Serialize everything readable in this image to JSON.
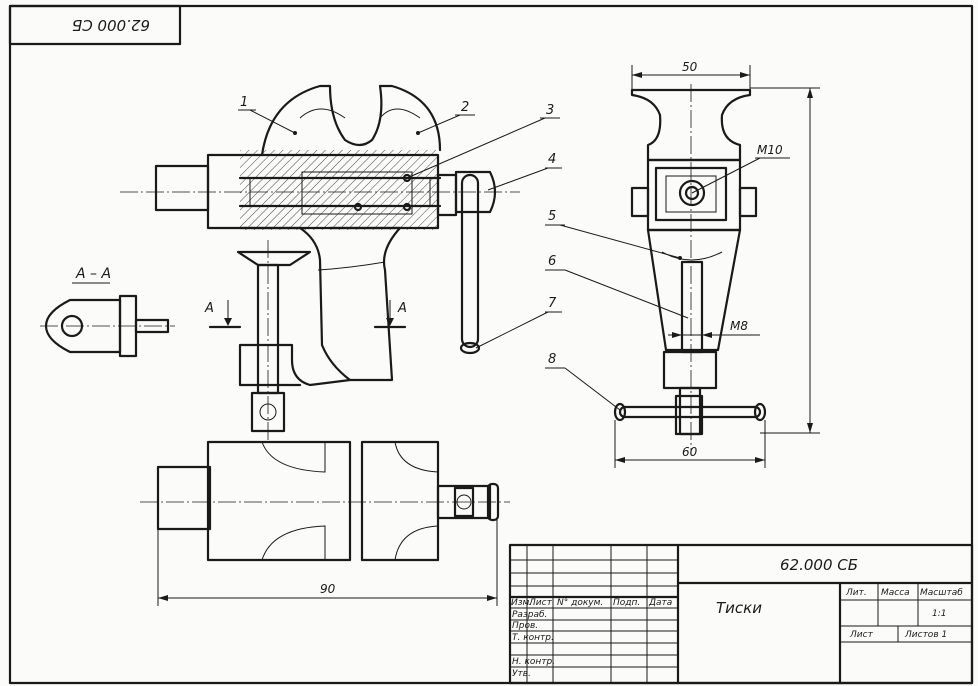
{
  "drawing": {
    "code_rotated": "62.000 СБ",
    "section_label": "А – А",
    "section_mark": "А",
    "leaders": [
      "1",
      "2",
      "3",
      "4",
      "5",
      "6",
      "7",
      "8"
    ],
    "dimensions": {
      "width_top": "50",
      "width_bottom": "60",
      "length_plan": "90",
      "thread_screw": "M10",
      "thread_rod": "M8"
    }
  },
  "title_block": {
    "designation": "62.000 СБ",
    "name": "Тиски",
    "col_headers": [
      "Изм.",
      "Лист",
      "N° докум.",
      "Подп.",
      "Дата"
    ],
    "rows": [
      "Разраб.",
      "Пров.",
      "Т. контр.",
      "Н. контр.",
      "Утв."
    ],
    "lit_label": "Лит.",
    "mass_label": "Масса",
    "scale_label": "Масштаб",
    "scale_value": "1:1",
    "sheet_label": "Лист",
    "sheets_label": "Листов 1"
  }
}
